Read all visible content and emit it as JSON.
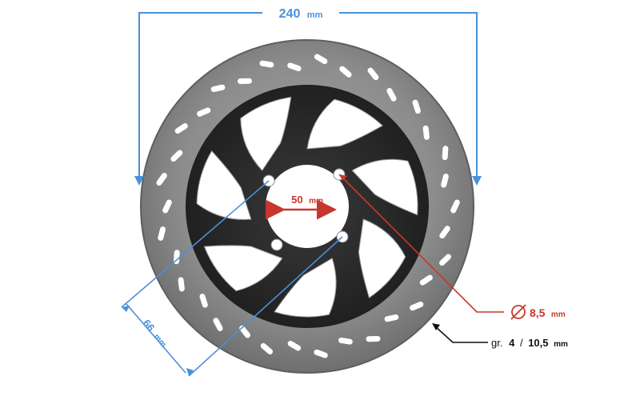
{
  "dimensions": {
    "outer_diameter": {
      "value": "240",
      "unit": "mm"
    },
    "center_bore": {
      "value": "50",
      "unit": "mm"
    },
    "mount_hole_spacing": {
      "value": "66",
      "unit": "mm"
    },
    "mount_hole_diameter": {
      "value": "8,5",
      "unit": "mm"
    },
    "thickness": {
      "prefix": "gr.",
      "value_a": "4",
      "separator": "/",
      "value_b": "10,5",
      "unit": "mm"
    }
  },
  "colors": {
    "blue_dimension": "#4a90d9",
    "red_dimension": "#c8372d",
    "black_label": "#111111",
    "disc_steel": "#8a8a8a"
  }
}
